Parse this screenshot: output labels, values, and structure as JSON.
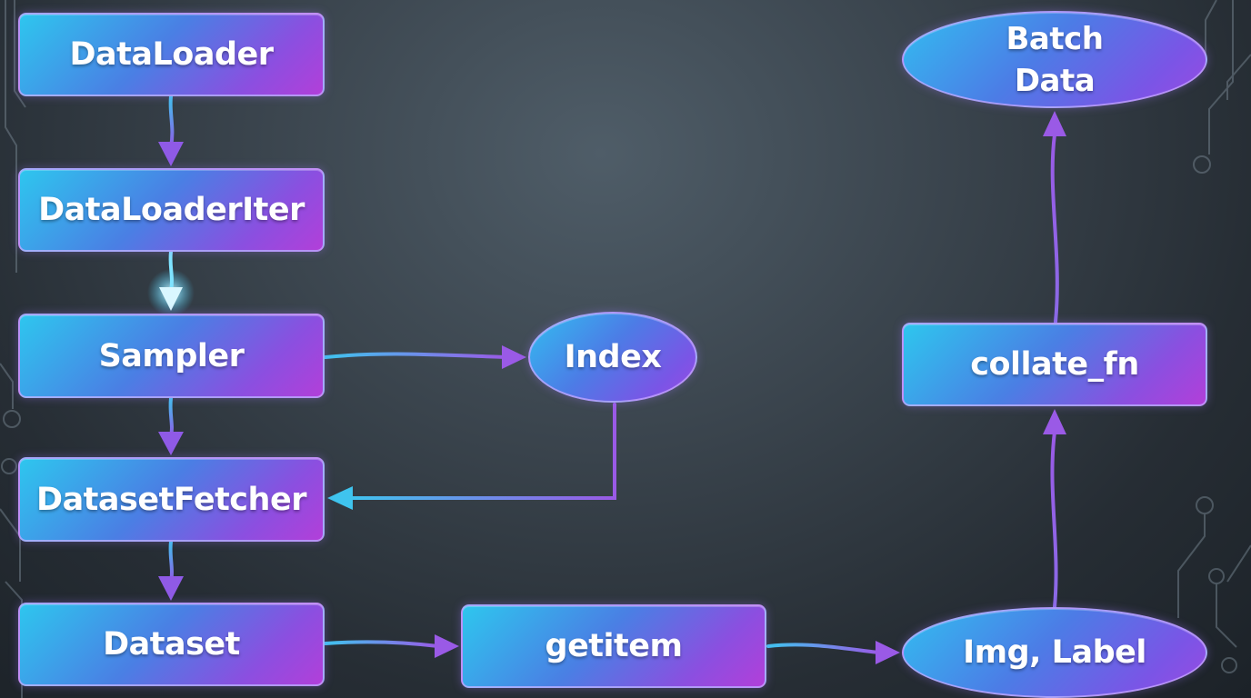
{
  "diagram": {
    "nodes": {
      "dataloader": "DataLoader",
      "dataloaderiter": "DataLoaderIter",
      "sampler": "Sampler",
      "index": "Index",
      "fetcher": "DatasetFetcher",
      "dataset": "Dataset",
      "getitem": "getitem",
      "imglabel": "Img, Label",
      "collate": "collate_fn",
      "batch_line1": "Batch",
      "batch_line2": "Data"
    },
    "edges": [
      {
        "from": "dataloader",
        "to": "dataloaderiter"
      },
      {
        "from": "dataloaderiter",
        "to": "sampler"
      },
      {
        "from": "sampler",
        "to": "index"
      },
      {
        "from": "sampler",
        "to": "fetcher"
      },
      {
        "from": "index",
        "to": "fetcher"
      },
      {
        "from": "fetcher",
        "to": "dataset"
      },
      {
        "from": "dataset",
        "to": "getitem"
      },
      {
        "from": "getitem",
        "to": "imglabel"
      },
      {
        "from": "imglabel",
        "to": "collate"
      },
      {
        "from": "collate",
        "to": "batch"
      }
    ],
    "colors": {
      "node_start": "#2ec6ee",
      "node_end": "#b23fd9",
      "edge_start": "#3fc4ee",
      "edge_end": "#9a5ae6",
      "background": "#2d353d"
    }
  }
}
